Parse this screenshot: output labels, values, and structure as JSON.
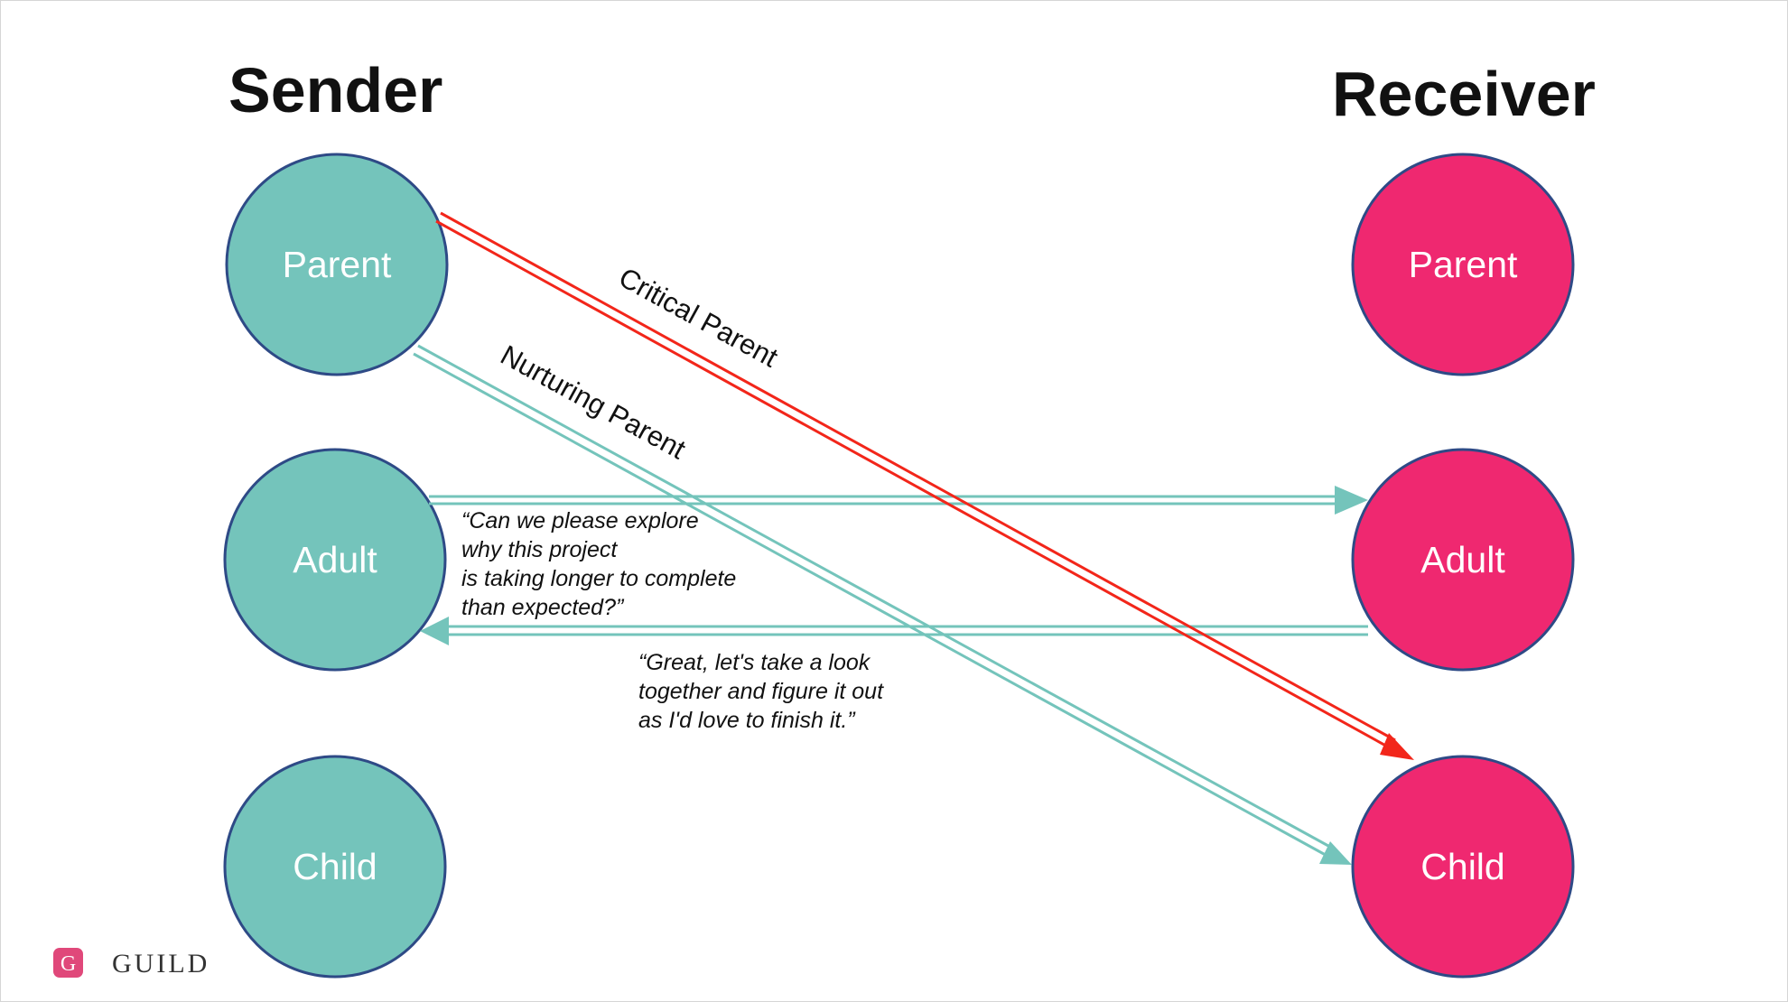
{
  "headings": {
    "sender": "Sender",
    "receiver": "Receiver"
  },
  "sender_states": {
    "parent": "Parent",
    "adult": "Adult",
    "child": "Child"
  },
  "receiver_states": {
    "parent": "Parent",
    "adult": "Adult",
    "child": "Child"
  },
  "arrows": {
    "critical_parent": "Critical Parent",
    "nurturing_parent": "Nurturing Parent"
  },
  "quotes": {
    "sender_to_receiver": [
      "“Can we please explore",
      "why this project",
      "is taking longer to complete",
      "than expected?”"
    ],
    "receiver_to_sender": [
      "“Great, let's take a look",
      "together and figure it out",
      "as I'd love to finish it.”"
    ]
  },
  "brand": {
    "logo_letter": "G",
    "name": "GUILD"
  },
  "colors": {
    "sender_fill": "#74C4BB",
    "receiver_fill": "#EF2870",
    "circle_stroke": "#2E4A86",
    "critical_line": "#F2261A",
    "nurturing_line": "#74C4BB"
  }
}
